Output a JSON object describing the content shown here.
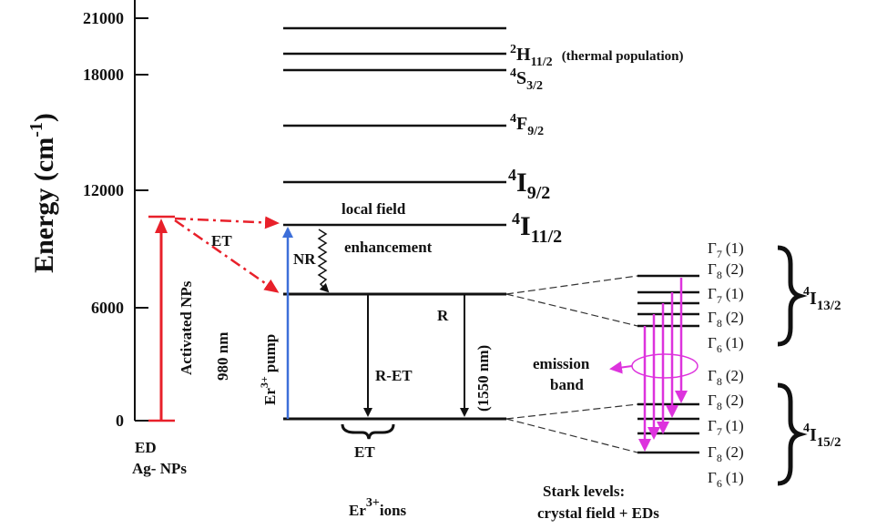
{
  "axis": {
    "title_main": "Energy (cm",
    "title_sup": "-1",
    "title_end": ")",
    "ticks": [
      {
        "label": "0",
        "value": 0
      },
      {
        "label": "6000",
        "value": 6000
      },
      {
        "label": "12000",
        "value": 12000
      },
      {
        "label": "18000",
        "value": 18000
      },
      {
        "label": "21000",
        "value": 21000
      }
    ]
  },
  "levels": {
    "h11": {
      "base": "H",
      "pre_sup": "2",
      "sub": "11/2",
      "note": "(thermal population)"
    },
    "s32": {
      "base": "S",
      "pre_sup": "4",
      "sub": "3/2"
    },
    "f92": {
      "base": "F",
      "pre_sup": "4",
      "sub": "9/2"
    },
    "i92": {
      "base": "I",
      "pre_sup": "4",
      "sub": "9/2"
    },
    "i112": {
      "base": "I",
      "pre_sup": "4",
      "sub": "11/2"
    },
    "i132": {
      "base": "I",
      "pre_sup": "4",
      "sub": "13/2"
    },
    "i152": {
      "base": "I",
      "pre_sup": "4",
      "sub": "15/2"
    }
  },
  "labels": {
    "et_top": "ET",
    "local_field": "local field",
    "enhancement": "enhancement",
    "nr": "NR",
    "r": "R",
    "r_et": "R-ET",
    "et_bottom": "ET",
    "r_nm": "(1550 nm)",
    "nm980": "980 nm",
    "activated": "Activated NPs",
    "pump_er": "Er",
    "pump_sup": "3+",
    "pump_word": "pump",
    "ed": "ED",
    "ag": "Ag- NPs",
    "emission_line1": "emission",
    "emission_line2": "band",
    "ions_er": "Er",
    "ions_sup": "3+",
    "ions_word": "ions",
    "stark_line1": "Stark levels:",
    "stark_line2": "crystal field + EDs"
  },
  "stark_upper": [
    {
      "g": "Γ",
      "sub": "7",
      "n": "(1)"
    },
    {
      "g": "Γ",
      "sub": "8",
      "n": "(2)"
    },
    {
      "g": "Γ",
      "sub": "7",
      "n": "(1)"
    },
    {
      "g": "Γ",
      "sub": "8",
      "n": "(2)"
    },
    {
      "g": "Γ",
      "sub": "6",
      "n": "(1)"
    }
  ],
  "stark_lower": [
    {
      "g": "Γ",
      "sub": "8",
      "n": "(2)"
    },
    {
      "g": "Γ",
      "sub": "8",
      "n": "(2)"
    },
    {
      "g": "Γ",
      "sub": "7",
      "n": "(1)"
    },
    {
      "g": "Γ",
      "sub": "8",
      "n": "(2)"
    },
    {
      "g": "Γ",
      "sub": "6",
      "n": "(1)"
    }
  ],
  "colors": {
    "red": "#e8202a",
    "blue": "#3d6fd9",
    "magenta": "#dd33dd",
    "black": "#111111"
  }
}
